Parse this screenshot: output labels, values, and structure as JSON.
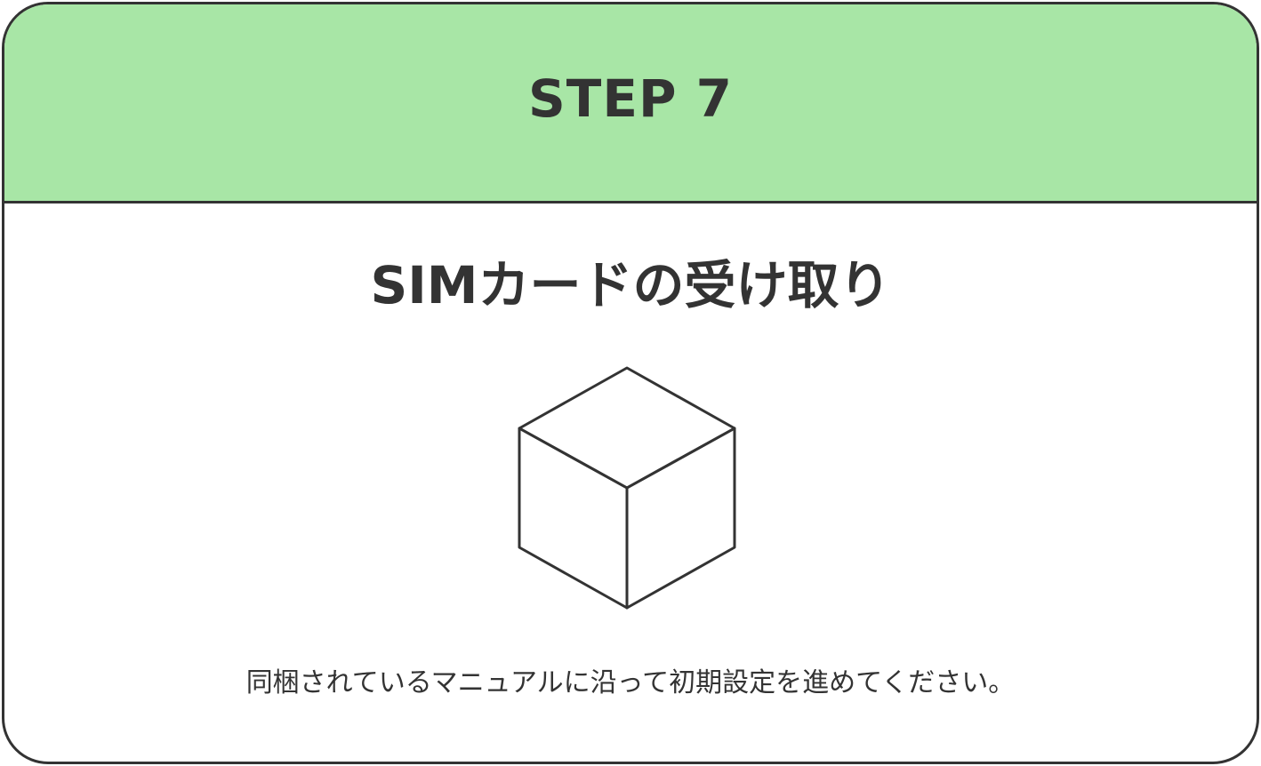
{
  "step": {
    "label": "STEP 7",
    "title": "SIMカードの受け取り",
    "icon": "box-icon",
    "description": "同梱されているマニュアルに沿って初期設定を進めてください。"
  },
  "colors": {
    "header_background": "#a8e6a6",
    "border": "#333333",
    "text": "#333333",
    "card_background": "#ffffff"
  }
}
